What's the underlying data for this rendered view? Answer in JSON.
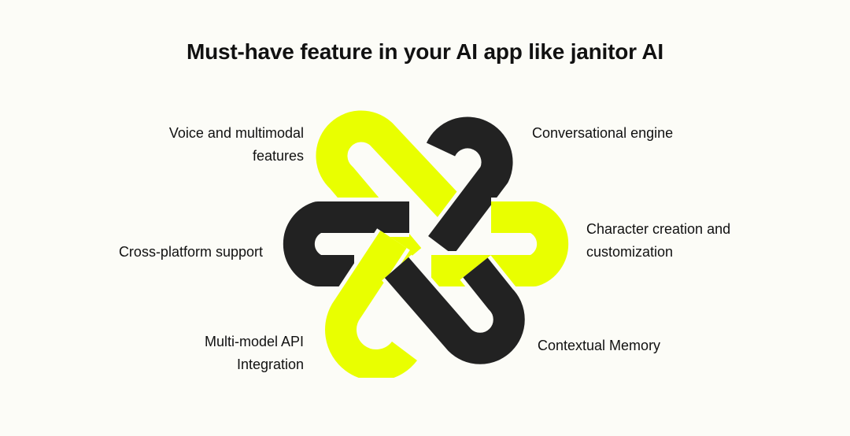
{
  "title": "Must-have feature in your AI app like janitor AI",
  "features": {
    "voice_line1": "Voice and multimodal",
    "voice_line2": "features",
    "cross_platform": "Cross-platform support",
    "multi_model_line1": "Multi-model API",
    "multi_model_line2": "Integration",
    "conversational": "Conversational engine",
    "character_line1": "Character creation and",
    "character_line2": "customization",
    "contextual": "Contextual Memory"
  },
  "emblem": {
    "icon": "interlocking-links-logo",
    "colors": {
      "lime": "#e9ff00",
      "dark": "#222222",
      "background": "#fcfcf7"
    }
  }
}
